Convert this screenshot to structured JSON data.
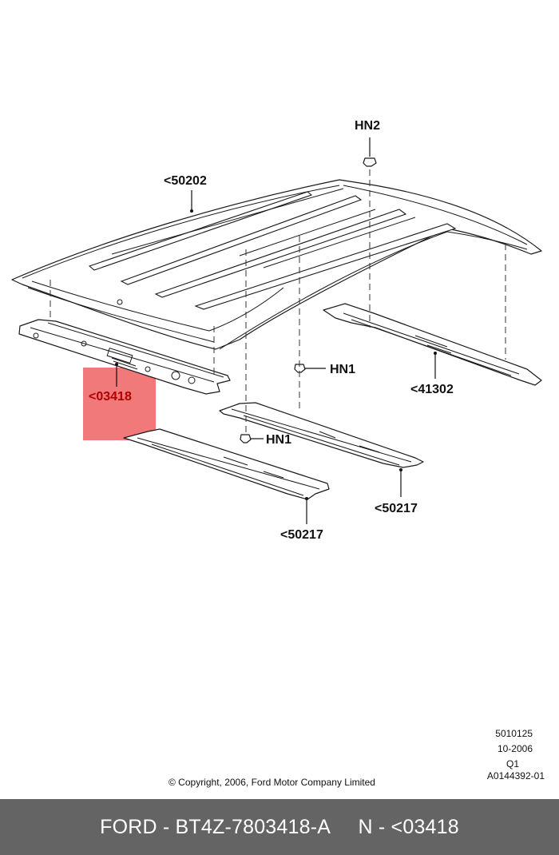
{
  "diagram": {
    "labels": {
      "hn2": "HN2",
      "roof_panel": "<50202",
      "front_header": "<03418",
      "hn1_upper": "HN1",
      "side_rail": "<41302",
      "hn1_lower": "HN1",
      "bow_rear": "<50217",
      "bow_front": "<50217"
    },
    "highlight_color": "#f06a6a",
    "info_block": {
      "line1": "5010125",
      "line2": "10-2006",
      "line3": "Q1",
      "line4": "A0144392-01"
    },
    "copyright": "© Copyright, 2006, Ford Motor Company Limited"
  },
  "footer": {
    "text": "FORD - BT4Z-7803418-A     N - <03418"
  }
}
